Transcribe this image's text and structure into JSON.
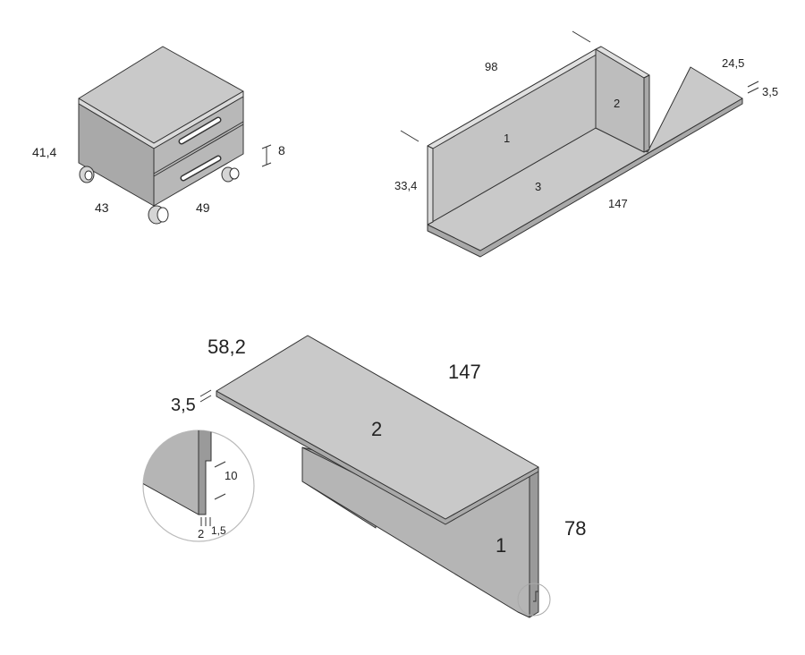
{
  "colors": {
    "panel_top": "#c9c9c9",
    "panel_side": "#a9a9a9",
    "panel_front": "#b4b4b4",
    "panel_dark": "#8f8f8f",
    "edge": "#333333",
    "handle": "#ffffff",
    "background": "#ffffff"
  },
  "pedestal": {
    "height": "41,4",
    "width": "43",
    "depth": "49",
    "drawer_height": "8"
  },
  "shelf_unit": {
    "length_back": "98",
    "depth": "24,5",
    "thickness": "3,5",
    "height": "33,4",
    "length": "147",
    "part_1": "1",
    "part_2": "2",
    "part_3": "3"
  },
  "desk": {
    "depth": "58,2",
    "thickness": "3,5",
    "length": "147",
    "height": "78",
    "part_top": "2",
    "part_leg": "1"
  },
  "detail": {
    "notch_height": "10",
    "gap": "2",
    "offset": "1,5"
  }
}
